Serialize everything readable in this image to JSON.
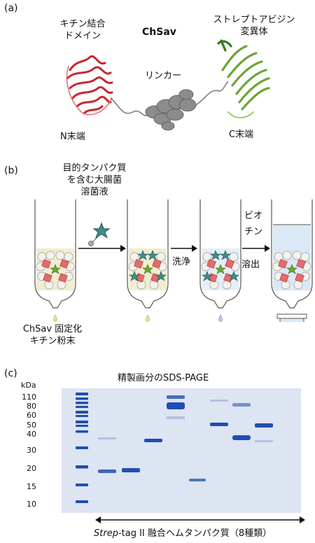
{
  "panel_a": {
    "label": "(a)",
    "title": "ChSav",
    "chitin_domain": [
      "キチン結合",
      "ドメイン"
    ],
    "strep_variant": [
      "ストレプトアビジン",
      "変異体"
    ],
    "linker": "リンカー",
    "n_term": "N末端",
    "c_term": "C末端"
  },
  "panel_b": {
    "label": "(b)",
    "lysate": [
      "目的タンパク質",
      "を含む大腸菌",
      "溶菌液"
    ],
    "wash": "洗浄",
    "biotin": [
      "ビオ",
      "チン"
    ],
    "elution": "溶出",
    "powder": [
      "ChSav 固定化",
      "キチン粉末"
    ]
  },
  "panel_c": {
    "label": "(c)",
    "title": "精製画分のSDS-PAGE",
    "unit": "kDa",
    "markers": [
      "110",
      "80",
      "60",
      "50",
      "40",
      "30",
      "20",
      "15",
      "10"
    ],
    "footer_italic": "Strep",
    "footer_rest": "-tag II 融合ヘムタンパク質（8種類）"
  },
  "colors": {
    "chitin_domain": "#c8262e",
    "linker": "#8c8c8c",
    "streptavidin": "#6aa632",
    "gel_bg": "#dde4f2",
    "band": "#1f4fb0"
  }
}
